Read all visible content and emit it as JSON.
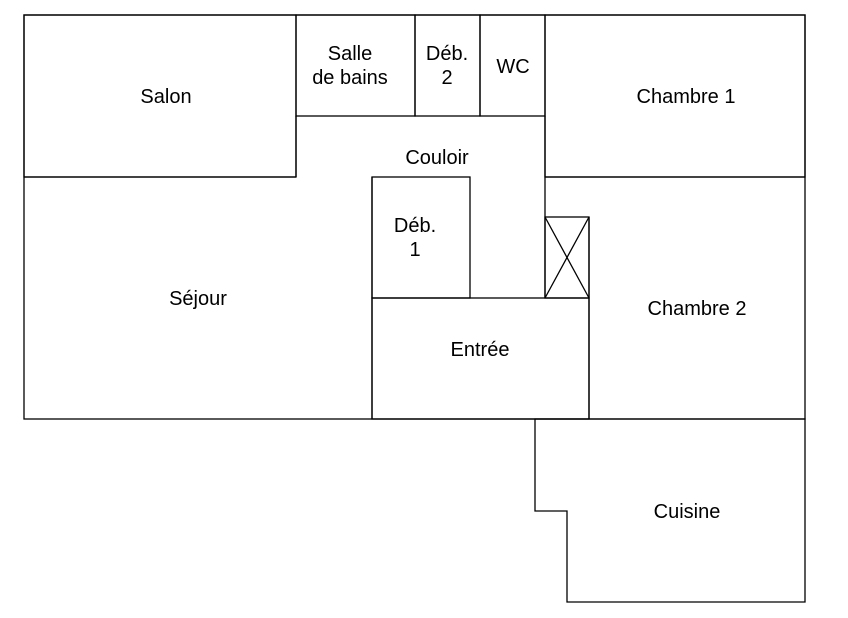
{
  "plan": {
    "rooms": {
      "salon": "Salon",
      "salle_de_bains_1": "Salle",
      "salle_de_bains_2": "de bains",
      "deb2_1": "Déb.",
      "deb2_2": "2",
      "wc": "WC",
      "chambre1": "Chambre 1",
      "couloir": "Couloir",
      "deb1_1": "Déb.",
      "deb1_2": "1",
      "sejour": "Séjour",
      "chambre2": "Chambre 2",
      "entree": "Entrée",
      "cuisine": "Cuisine"
    },
    "symbols": {
      "elevator": "elevator-shaft-cross-icon"
    },
    "colors": {
      "wall": "#000000",
      "background": "#ffffff"
    }
  }
}
